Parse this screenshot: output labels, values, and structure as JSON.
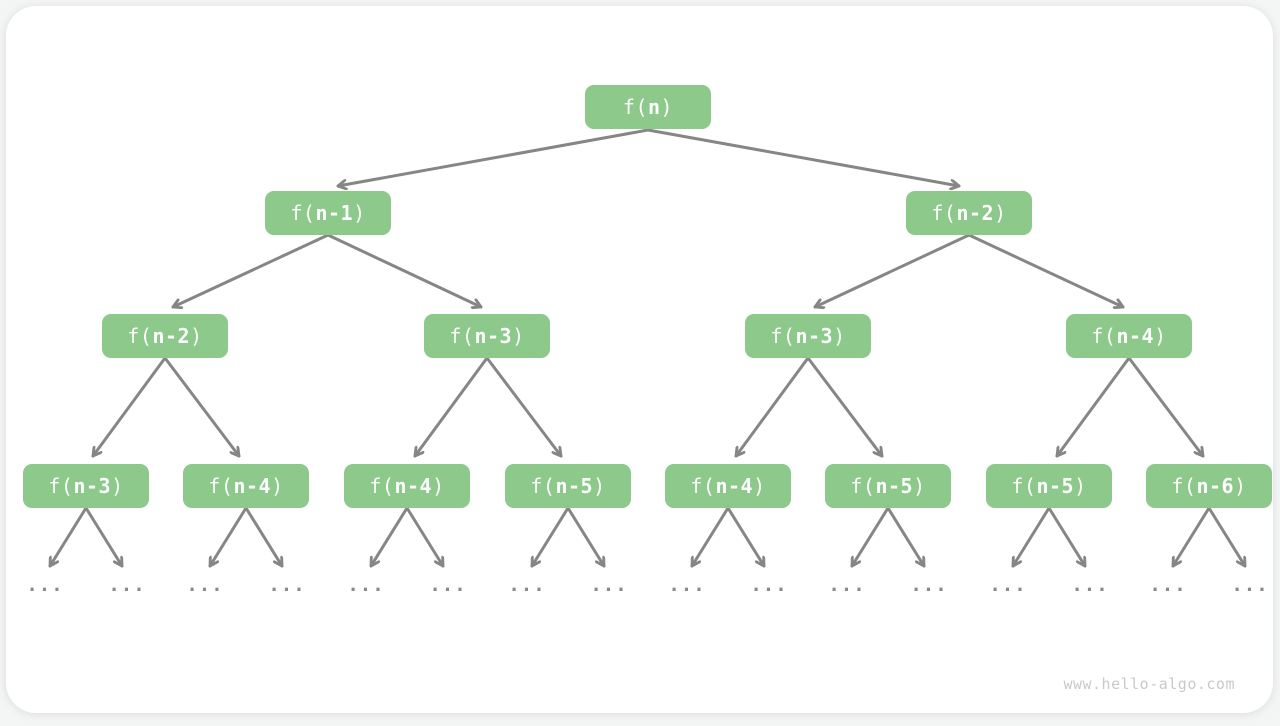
{
  "page": {
    "watermark": "www.hello-algo.com"
  },
  "colors": {
    "page-bg": "#f4f5f5",
    "card-bg": "#ffffff",
    "node-fill": "#8cc98a",
    "node-text": "#ffffff",
    "edge": "#868686",
    "dots": "#8a8a8a",
    "watermark": "#c8cac8"
  },
  "dots_label": "...",
  "tree": {
    "description": "Recursion tree of f(n) = f(n-1) + f(n-2)",
    "levels": [
      [
        "f(n)"
      ],
      [
        "f(n-1)",
        "f(n-2)"
      ],
      [
        "f(n-2)",
        "f(n-3)",
        "f(n-3)",
        "f(n-4)"
      ],
      [
        "f(n-3)",
        "f(n-4)",
        "f(n-4)",
        "f(n-5)",
        "f(n-4)",
        "f(n-5)",
        "f(n-5)",
        "f(n-6)"
      ]
    ]
  },
  "nodes": [
    {
      "pre": "f(",
      "arg": "n",
      "post": ")",
      "label": "f(n)"
    },
    {
      "pre": "f(",
      "arg": "n-1",
      "post": ")",
      "label": "f(n-1)"
    },
    {
      "pre": "f(",
      "arg": "n-2",
      "post": ")",
      "label": "f(n-2)"
    },
    {
      "pre": "f(",
      "arg": "n-2",
      "post": ")",
      "label": "f(n-2)"
    },
    {
      "pre": "f(",
      "arg": "n-3",
      "post": ")",
      "label": "f(n-3)"
    },
    {
      "pre": "f(",
      "arg": "n-3",
      "post": ")",
      "label": "f(n-3)"
    },
    {
      "pre": "f(",
      "arg": "n-4",
      "post": ")",
      "label": "f(n-4)"
    },
    {
      "pre": "f(",
      "arg": "n-3",
      "post": ")",
      "label": "f(n-3)"
    },
    {
      "pre": "f(",
      "arg": "n-4",
      "post": ")",
      "label": "f(n-4)"
    },
    {
      "pre": "f(",
      "arg": "n-4",
      "post": ")",
      "label": "f(n-4)"
    },
    {
      "pre": "f(",
      "arg": "n-5",
      "post": ")",
      "label": "f(n-5)"
    },
    {
      "pre": "f(",
      "arg": "n-4",
      "post": ")",
      "label": "f(n-4)"
    },
    {
      "pre": "f(",
      "arg": "n-5",
      "post": ")",
      "label": "f(n-5)"
    },
    {
      "pre": "f(",
      "arg": "n-5",
      "post": ")",
      "label": "f(n-5)"
    },
    {
      "pre": "f(",
      "arg": "n-6",
      "post": ")",
      "label": "f(n-6)"
    }
  ]
}
